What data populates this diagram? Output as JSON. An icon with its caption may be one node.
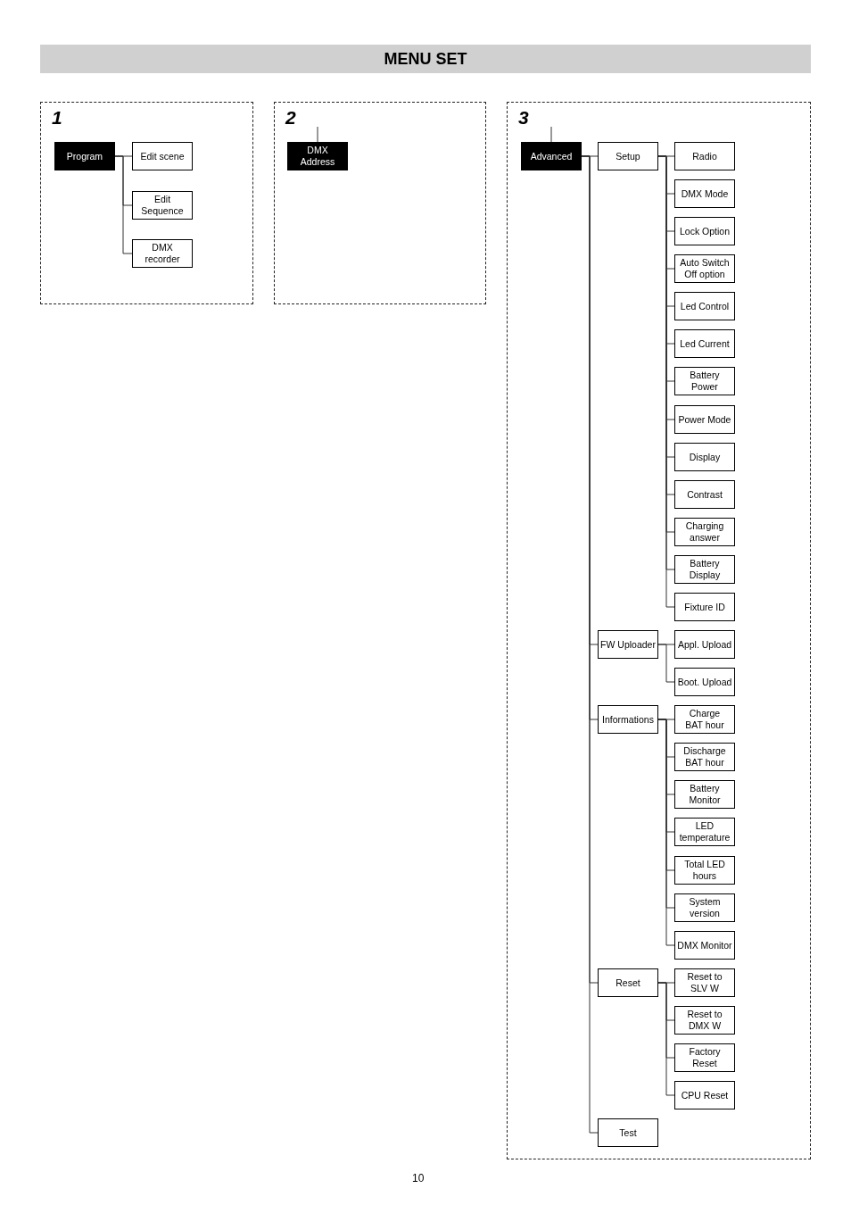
{
  "diagram": {
    "title": "MENU SET",
    "nodes": [
      {
        "text": [
          "1"
        ]
      },
      {
        "text": [
          "Program"
        ],
        "in": 0
      },
      {
        "text": [
          "Edit scene"
        ],
        "in": 0
      },
      {
        "text": [
          "Edit Sequence"
        ],
        "in": 0
      },
      {
        "text": [
          "DMX recorder"
        ],
        "in": 0
      },
      {
        "text": [
          "2"
        ]
      },
      {
        "text": [
          "DMX Address"
        ],
        "in": 5
      },
      {
        "text": [
          "3"
        ]
      },
      {
        "text": [
          "Advanced"
        ],
        "in": 7
      },
      {
        "text": [
          "Setup"
        ],
        "in": 7
      },
      {
        "text": [
          "Radio"
        ],
        "in": 7
      },
      {
        "text": [
          "DMX Mode"
        ],
        "in": 7
      },
      {
        "text": [
          "Lock Option"
        ],
        "in": 7
      },
      {
        "text": [
          "Auto Switch Off option"
        ],
        "in": 7
      },
      {
        "text": [
          "Led Control"
        ],
        "in": 7
      },
      {
        "text": [
          "Led Current"
        ],
        "in": 7
      },
      {
        "text": [
          "Battery Power"
        ],
        "in": 7
      },
      {
        "text": [
          "Power Mode"
        ],
        "in": 7
      },
      {
        "text": [
          "Display"
        ],
        "in": 7
      },
      {
        "text": [
          "Contrast"
        ],
        "in": 7
      },
      {
        "text": [
          "Charging answer"
        ],
        "in": 7
      },
      {
        "text": [
          "Battery Display"
        ],
        "in": 7
      },
      {
        "text": [
          "Fixture ID"
        ],
        "in": 7
      },
      {
        "text": [
          "FW Uploader"
        ],
        "in": 7
      },
      {
        "text": [
          "Appl. Upload"
        ],
        "in": 7
      },
      {
        "text": [
          "Boot. Upload"
        ],
        "in": 7
      },
      {
        "text": [
          "Informations"
        ],
        "in": 7
      },
      {
        "text": [
          "Charge BAT hour"
        ],
        "in": 7
      },
      {
        "text": [
          "Discharge BAT hour"
        ],
        "in": 7
      },
      {
        "text": [
          "Battery Monitor"
        ],
        "in": 7
      },
      {
        "text": [
          "LED temperature"
        ],
        "in": 7
      },
      {
        "text": [
          "Total LED hours"
        ],
        "in": 7
      },
      {
        "text": [
          "System version"
        ],
        "in": 7
      },
      {
        "text": [
          "DMX Monitor"
        ],
        "in": 7
      },
      {
        "text": [
          "Reset"
        ],
        "in": 7
      },
      {
        "text": [
          "Reset to SLV W"
        ],
        "in": 7
      },
      {
        "text": [
          "Reset to DMX W"
        ],
        "in": 7
      },
      {
        "text": [
          "Factory Reset"
        ],
        "in": 7
      },
      {
        "text": [
          "CPU Reset"
        ],
        "in": 7
      },
      {
        "text": [
          "Test"
        ],
        "in": 7
      }
    ],
    "edges": [
      {
        "from": 1,
        "to": 2,
        "arrow": "none"
      },
      {
        "from": 1,
        "to": 3,
        "arrow": "none"
      },
      {
        "from": 1,
        "to": 4,
        "arrow": "none"
      },
      {
        "from": null,
        "to": 6,
        "arrow": "none"
      },
      {
        "from": null,
        "to": 8,
        "arrow": "none"
      },
      {
        "from": 8,
        "to": 9,
        "arrow": "none"
      },
      {
        "from": 8,
        "to": 23,
        "arrow": "none"
      },
      {
        "from": 8,
        "to": 26,
        "arrow": "none"
      },
      {
        "from": 8,
        "to": 34,
        "arrow": "none"
      },
      {
        "from": 8,
        "to": 39,
        "arrow": "none"
      },
      {
        "from": 9,
        "to": 10,
        "arrow": "none"
      },
      {
        "from": 9,
        "to": 11,
        "arrow": "none"
      },
      {
        "from": 9,
        "to": 12,
        "arrow": "none"
      },
      {
        "from": 9,
        "to": 13,
        "arrow": "none"
      },
      {
        "from": 9,
        "to": 14,
        "arrow": "none"
      },
      {
        "from": 9,
        "to": 15,
        "arrow": "none"
      },
      {
        "from": 9,
        "to": 16,
        "arrow": "none"
      },
      {
        "from": 9,
        "to": 17,
        "arrow": "none"
      },
      {
        "from": 9,
        "to": 18,
        "arrow": "none"
      },
      {
        "from": 9,
        "to": 19,
        "arrow": "none"
      },
      {
        "from": 9,
        "to": 20,
        "arrow": "none"
      },
      {
        "from": 9,
        "to": 21,
        "arrow": "none"
      },
      {
        "from": 9,
        "to": 22,
        "arrow": "none"
      },
      {
        "from": 23,
        "to": 24,
        "arrow": "none"
      },
      {
        "from": 23,
        "to": 25,
        "arrow": "none"
      },
      {
        "from": 26,
        "to": 27,
        "arrow": "none"
      },
      {
        "from": 26,
        "to": 28,
        "arrow": "none"
      },
      {
        "from": 26,
        "to": 29,
        "arrow": "none"
      },
      {
        "from": 26,
        "to": 30,
        "arrow": "none"
      },
      {
        "from": 26,
        "to": 31,
        "arrow": "none"
      },
      {
        "from": 26,
        "to": 32,
        "arrow": "none"
      },
      {
        "from": 26,
        "to": 33,
        "arrow": "none"
      },
      {
        "from": 34,
        "to": 35,
        "arrow": "none"
      },
      {
        "from": 34,
        "to": 36,
        "arrow": "none"
      },
      {
        "from": 34,
        "to": 37,
        "arrow": "none"
      },
      {
        "from": 34,
        "to": 38,
        "arrow": "none"
      }
    ],
    "labels": [
      "10"
    ]
  }
}
